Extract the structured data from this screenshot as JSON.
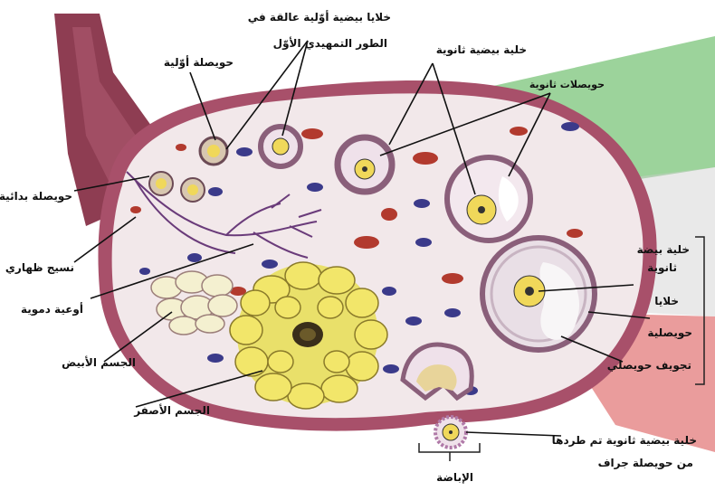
{
  "labels": {
    "primary_oocytes_line1": "خلايا بيضية أوّلية عالقة في",
    "primary_oocytes_line2": "الطور التمهيدي الأوّل",
    "primary_follicle": "حويصلة أوّلية",
    "secondary_oocyte": "خلية بيضية ثانوية",
    "secondary_follicles": "حويصلات ثانوية",
    "primordial_follicle": "حويصلة بدائية",
    "germinal_epithelium": "نسيج ظهاري",
    "blood_vessels": "أوعية دموية",
    "corpus_albicans": "الجسم الأبيض",
    "corpus_luteum": "الجسم الأصفر",
    "right_secondary_oocyte_line1": "خلية بيضة",
    "right_secondary_oocyte_line2": "ثانوية",
    "follicle_cells_line1": "خلايا",
    "follicle_cells_line2": "حويصلية",
    "follicular_cavity": "تجويف حويصلي",
    "ovulation": "الإباضة",
    "released_oocyte_line1": "خلية بيضية ثانوية تم طردها",
    "released_oocyte_line2": "من حويصلة جراف"
  },
  "colors": {
    "ovary_wall": "#a8506a",
    "stroma": "#f2e8ea",
    "red_cell": "#b23a2e",
    "blue_cell": "#3b3a8a",
    "corpus_luteum": "#f2e66a",
    "follicle_ring": "#9a6f86",
    "watermark_green": "#7bc47a",
    "watermark_red": "#d94a4a"
  }
}
